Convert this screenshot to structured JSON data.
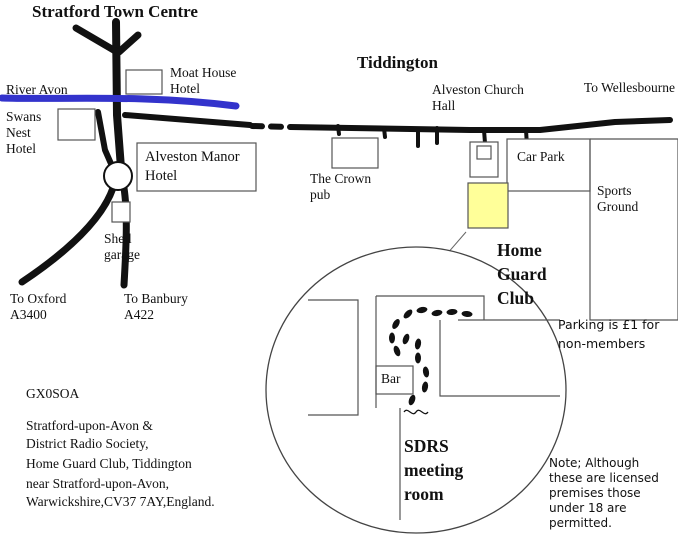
{
  "map": {
    "places": {
      "stratford_town_centre": "Stratford Town Centre",
      "tiddington": "Tiddington",
      "river_avon": "River Avon",
      "moat_house_hotel": "Moat House Hotel",
      "swans_nest_hotel": "Swans Nest Hotel",
      "alveston_manor_hotel": "Alveston Manor Hotel",
      "shell_garage": "Shell garage",
      "to_oxford": "To Oxford A3400",
      "to_banbury": "To Banbury A422",
      "the_crown_pub": "The Crown pub",
      "alveston_church_hall": "Alveston Church Hall",
      "to_wellesbourne": "To Wellesbourne",
      "car_park": "Car Park",
      "sports_ground": "Sports Ground",
      "home_guard_club": "Home Guard Club"
    },
    "inset": {
      "bar": "Bar",
      "meeting_room": "SDRS meeting room"
    },
    "notes": {
      "parking": "Parking is £1 for non-members",
      "licensed": "Note; Although these are licensed premises those under 18 are permitted."
    },
    "address": {
      "callsign": "GX0SOA",
      "lines": [
        "Stratford-upon-Avon &",
        "District Radio Society,",
        "Home Guard Club, Tiddington",
        "near Stratford-upon-Avon,",
        "Warwickshire,CV37 7AY,England."
      ]
    },
    "colors": {
      "river": "#3333cc",
      "club_highlight": "#ffff99",
      "ink": "#111111"
    }
  }
}
